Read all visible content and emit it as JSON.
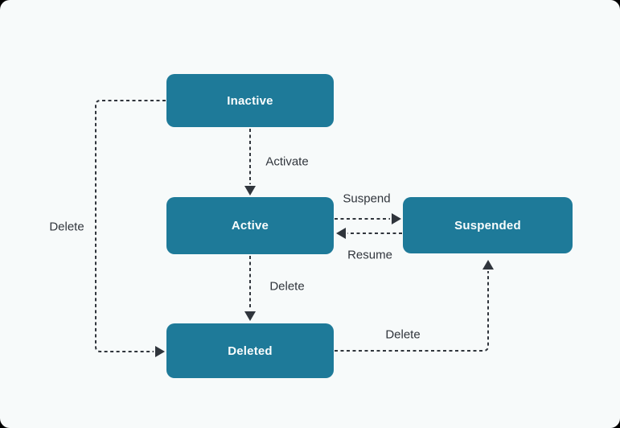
{
  "diagram": {
    "type": "state-diagram",
    "states": [
      {
        "id": "inactive",
        "label": "Inactive"
      },
      {
        "id": "active",
        "label": "Active"
      },
      {
        "id": "suspended",
        "label": "Suspended"
      },
      {
        "id": "deleted",
        "label": "Deleted"
      }
    ],
    "transitions": [
      {
        "from": "inactive",
        "to": "active",
        "label": "Activate"
      },
      {
        "from": "active",
        "to": "suspended",
        "label": "Suspend"
      },
      {
        "from": "suspended",
        "to": "active",
        "label": "Resume"
      },
      {
        "from": "active",
        "to": "deleted",
        "label": "Delete"
      },
      {
        "from": "inactive",
        "to": "deleted",
        "label": "Delete"
      },
      {
        "from": "deleted",
        "to": "suspended",
        "label": "Delete"
      }
    ],
    "colors": {
      "state_fill": "#1e7a99",
      "state_text": "#fafdfd",
      "edge": "#30353c",
      "edge_label_text": "#30353c",
      "canvas_background": "#f7fafa",
      "page_background": "#000000"
    }
  }
}
